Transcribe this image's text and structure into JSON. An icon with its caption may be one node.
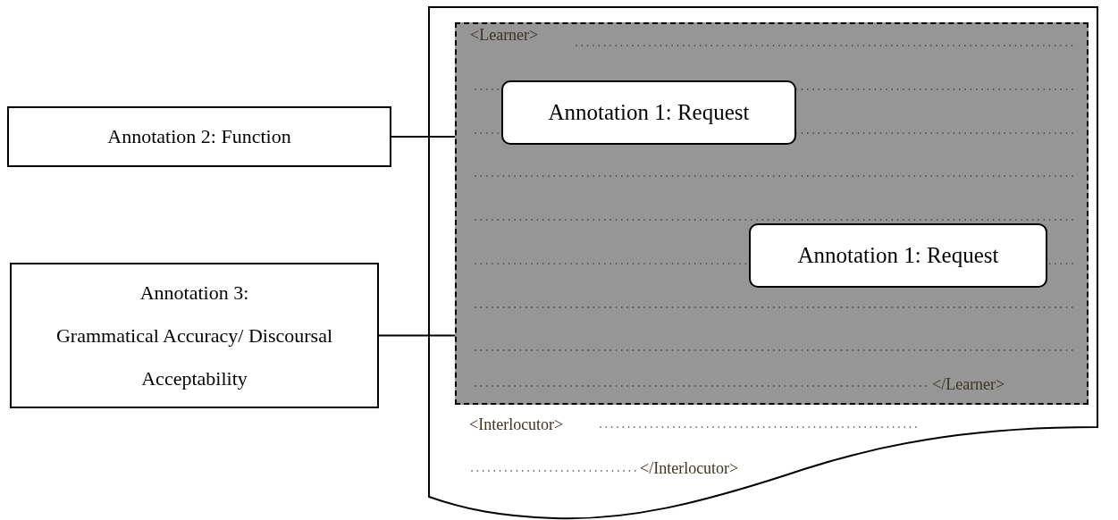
{
  "diagram": {
    "nodes": [
      {
        "text": [
          "<Interlocutor>",
          "</Interlocutor>"
        ]
      },
      {
        "text": [
          "<Learner>",
          "</Learner>"
        ],
        "in": 0
      },
      {
        "text": [
          "Annotation 1: Request"
        ],
        "in": 1
      },
      {
        "text": [
          "Annotation 1: Request"
        ],
        "in": 1
      },
      {
        "text": [
          "Annotation 2: Function"
        ]
      },
      {
        "text": [
          "Annotation 3:",
          "Grammatical Accuracy/ Discoursal Acceptability"
        ]
      }
    ],
    "edges": [
      {
        "from": 4,
        "to": 1,
        "arrow": "none"
      },
      {
        "from": 5,
        "to": 1,
        "arrow": "none"
      }
    ]
  }
}
